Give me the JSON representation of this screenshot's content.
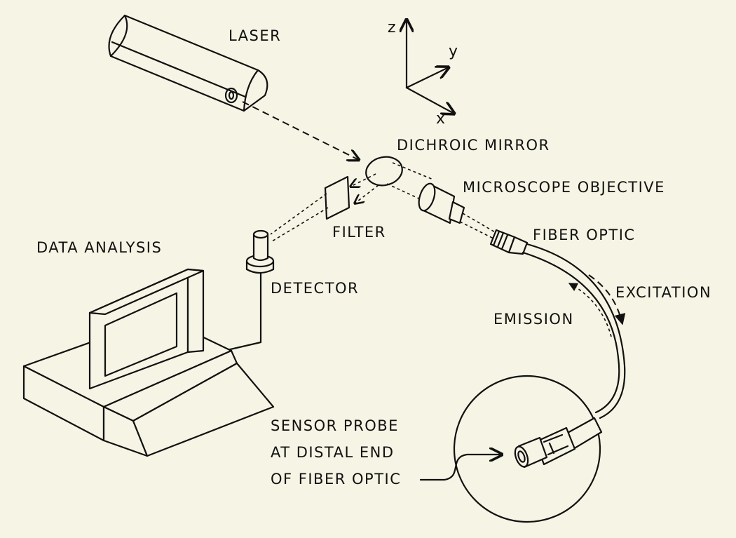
{
  "labels": {
    "laser": "LASER",
    "axis_z": "z",
    "axis_y": "y",
    "axis_x": "x",
    "dichroic_mirror": "DICHROIC MIRROR",
    "microscope_objective": "MICROSCOPE OBJECTIVE",
    "filter": "FILTER",
    "fiber_optic": "FIBER OPTIC",
    "data_analysis": "DATA ANALYSIS",
    "detector": "DETECTOR",
    "excitation": "EXCITATION",
    "emission": "EMISSION",
    "sensor_probe_line1": "SENSOR PROBE",
    "sensor_probe_line2": "AT DISTAL END",
    "sensor_probe_line3": "OF FIBER OPTIC"
  },
  "colors": {
    "background": "#f6f4e4",
    "ink": "#111111"
  }
}
